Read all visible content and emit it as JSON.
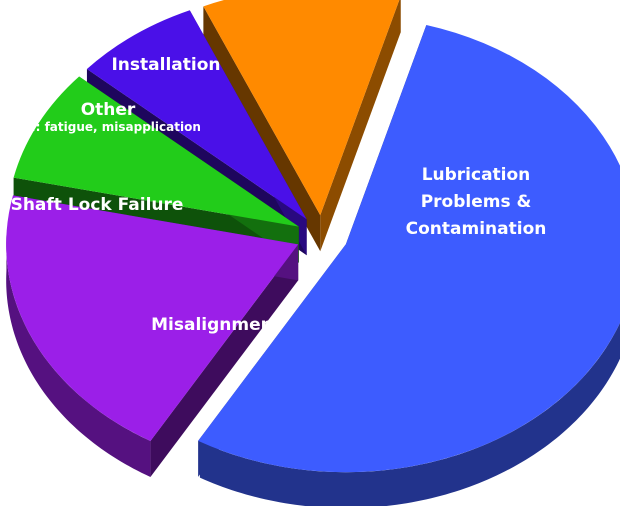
{
  "chart_data": {
    "type": "pie",
    "title": "",
    "style": "3d-exploded",
    "legend": "none",
    "grid": false,
    "slices": [
      {
        "label_lines": [
          "Lubrication",
          "Problems &",
          "Contamination"
        ],
        "sublabel": "",
        "value": 54,
        "color": "#3d5cff"
      },
      {
        "label_lines": [
          "Misalignment"
        ],
        "sublabel": "",
        "value": 20,
        "color": "#9b1fe8"
      },
      {
        "label_lines": [
          "Shaft Lock Failure"
        ],
        "sublabel": "",
        "value": 8,
        "color": "#22cc1a"
      },
      {
        "label_lines": [
          "Other"
        ],
        "sublabel": "Ex.: fatigue, misapplication",
        "value": 7,
        "color": "#4a10e8"
      },
      {
        "label_lines": [
          "Installation"
        ],
        "sublabel": "",
        "value": 11,
        "color": "#ff8a00"
      }
    ]
  }
}
